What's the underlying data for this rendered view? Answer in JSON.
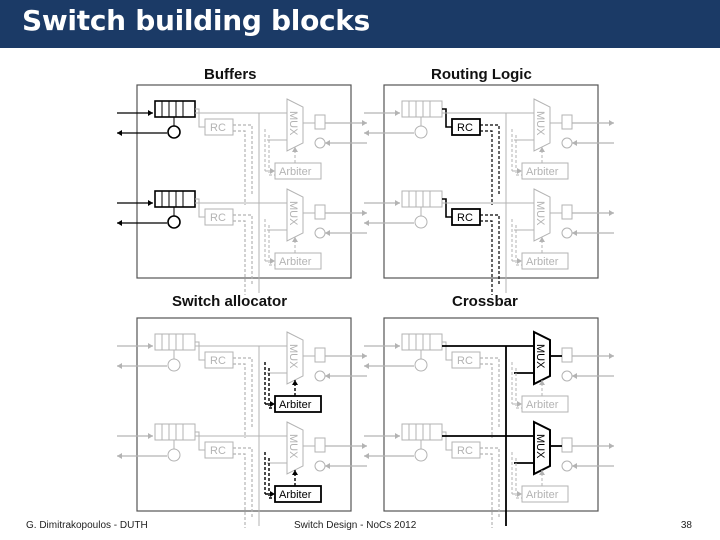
{
  "slide": {
    "title": "Switch building blocks"
  },
  "panels": [
    {
      "title": "Buffers"
    },
    {
      "title": "Routing Logic"
    },
    {
      "title": "Switch allocator"
    },
    {
      "title": "Crossbar"
    }
  ],
  "labels": {
    "rc": "RC",
    "mux": "MUX",
    "arbiter": "Arbiter"
  },
  "colors": {
    "title_bar": "#1b3a66",
    "highlight": "#000000",
    "faded": "#b3b3b3"
  },
  "footer": {
    "author": "G. Dimitrakopoulos - DUTH",
    "event": "Switch Design - NoCs 2012",
    "page": "38"
  }
}
